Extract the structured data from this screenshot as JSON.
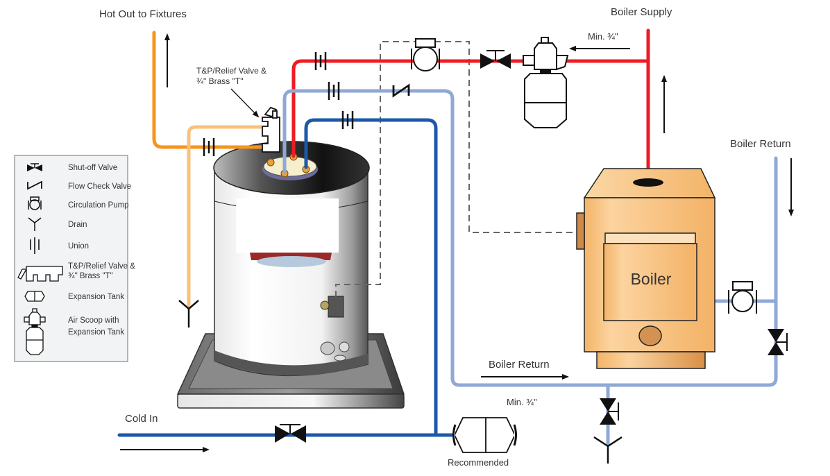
{
  "diagram": {
    "title_labels": {
      "hot_out": "Hot Out to Fixtures",
      "boiler_supply": "Boiler Supply",
      "boiler_return_top": "Boiler Return",
      "boiler_return_bottom": "Boiler Return",
      "min_supply": "Min. ¾\"",
      "min_return": "Min. ¾\"",
      "cold_in": "Cold In",
      "recommended": "Recommended",
      "tp_valve_line1": "T&P/Relief Valve &",
      "tp_valve_line2": "¾\" Brass \"T\"",
      "boiler": "Boiler"
    },
    "legend": {
      "items": [
        {
          "icon": "shutoff-valve-icon",
          "label": "Shut-off Valve"
        },
        {
          "icon": "flow-check-valve-icon",
          "label": "Flow Check Valve"
        },
        {
          "icon": "circulation-pump-icon",
          "label": "Circulation Pump"
        },
        {
          "icon": "drain-icon",
          "label": "Drain"
        },
        {
          "icon": "union-icon",
          "label": "Union"
        },
        {
          "icon": "tp-relief-valve-icon",
          "label": "T&P/Relief Valve &",
          "label2": "¾\" Brass \"T\""
        },
        {
          "icon": "expansion-tank-icon",
          "label": "Expansion Tank"
        },
        {
          "icon": "air-scoop-icon",
          "label": "Air Scoop with",
          "label2": "Expansion Tank"
        }
      ]
    },
    "colors": {
      "hot_out_pipe": "#f7941d",
      "tp_pipe": "#fbc07a",
      "boiler_supply_pipe": "#ed1c24",
      "boiler_return_pipe": "#8fa9d6",
      "cold_pipe": "#1c58a8",
      "boiler_body": "#f6b86a",
      "boiler_dark": "#d9904a",
      "legend_bg": "#f1f3f4"
    }
  }
}
